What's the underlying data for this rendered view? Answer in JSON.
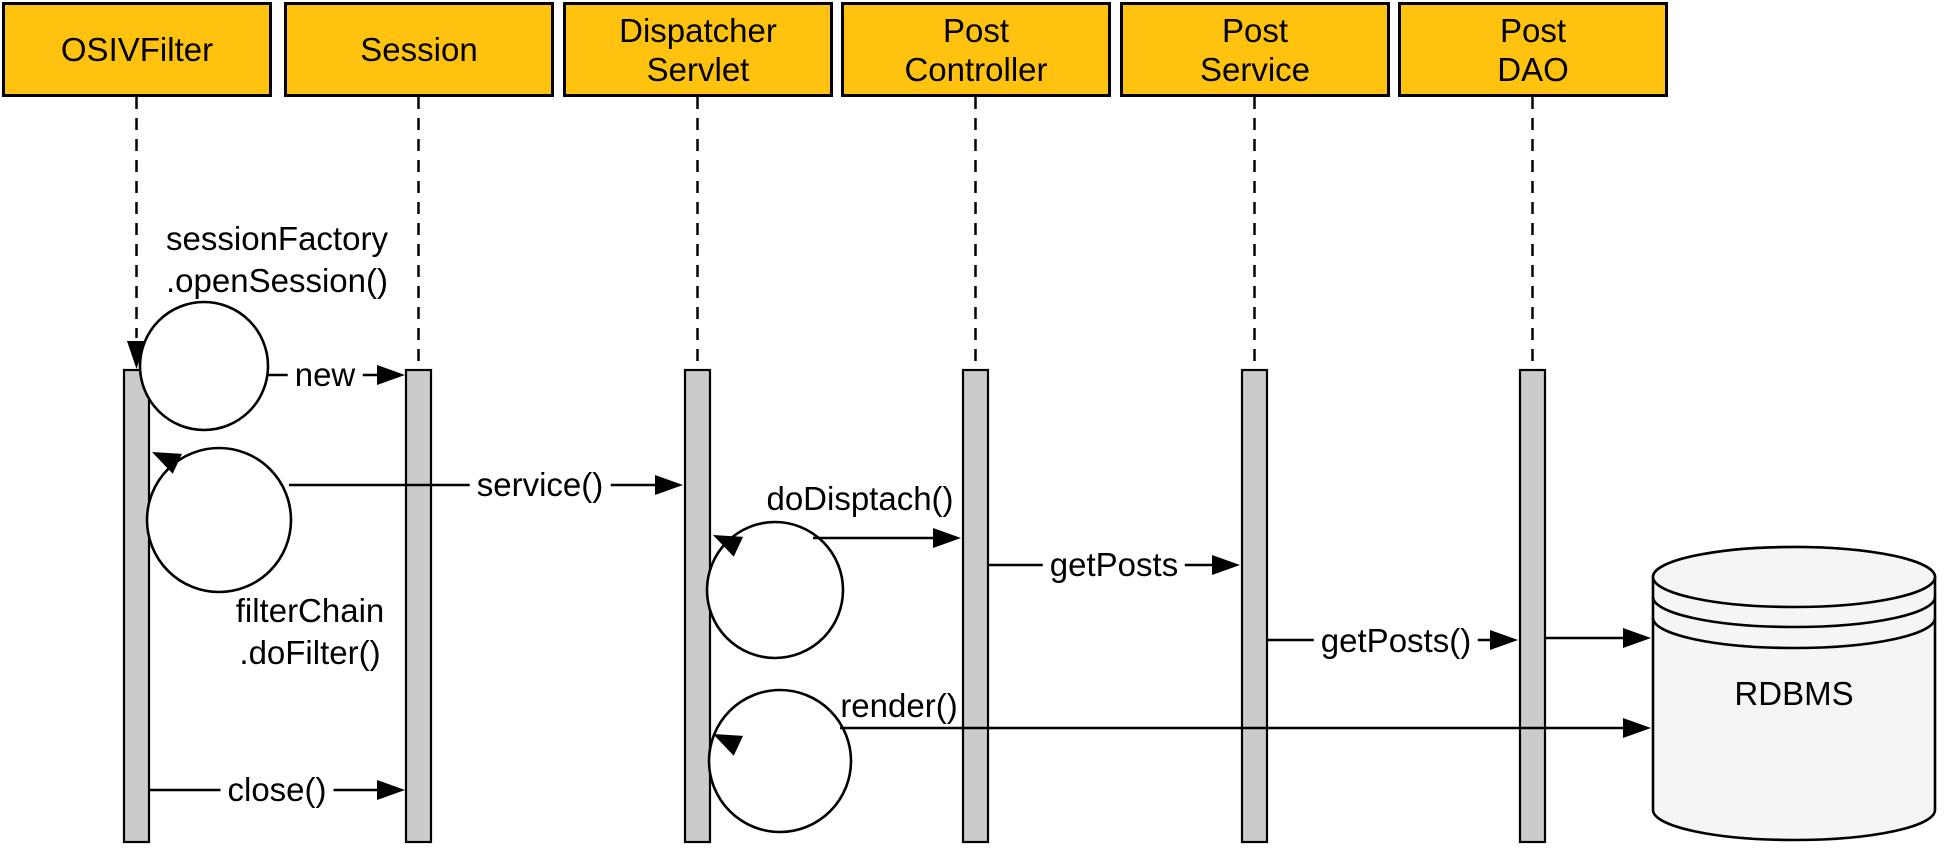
{
  "diagram": {
    "type": "uml-sequence-diagram",
    "actors": [
      {
        "id": "osiv-filter",
        "line1": "OSIVFilter",
        "line2": ""
      },
      {
        "id": "session",
        "line1": "Session",
        "line2": ""
      },
      {
        "id": "dispatcher-servlet",
        "line1": "Dispatcher",
        "line2": "Servlet"
      },
      {
        "id": "post-controller",
        "line1": "Post",
        "line2": "Controller"
      },
      {
        "id": "post-service",
        "line1": "Post",
        "line2": "Service"
      },
      {
        "id": "post-dao",
        "line1": "Post",
        "line2": "DAO"
      }
    ],
    "self_calls": [
      {
        "id": "open-session",
        "line1": "sessionFactory",
        "line2": ".openSession()"
      },
      {
        "id": "do-filter",
        "line1": "filterChain",
        "line2": ".doFilter()"
      }
    ],
    "messages": {
      "new_msg": "new",
      "service": "service()",
      "do_dispatch": "doDisptach()",
      "get_posts": "getPosts",
      "get_posts_call": "getPosts()",
      "render": "render()",
      "close": "close()"
    },
    "database": {
      "label": "RDBMS"
    },
    "colors": {
      "actor_fill": "#FFC20E",
      "bar_fill": "#CBCBCB",
      "db_fill": "#F5F5F5",
      "line": "#000000"
    }
  }
}
